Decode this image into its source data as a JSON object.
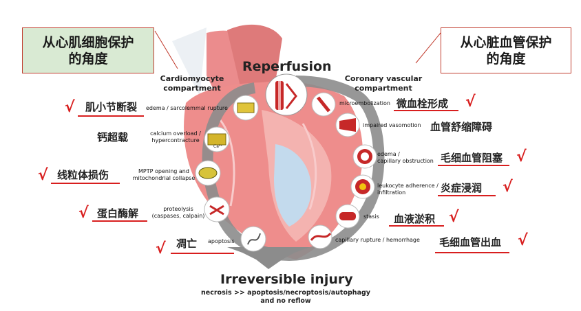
{
  "boxes": {
    "left": {
      "line1": "从心肌细胞保护",
      "line2": "的角度"
    },
    "right": {
      "line1": "从心脏血管保护",
      "line2": "的角度"
    }
  },
  "titles": {
    "reperfusion": "Reperfusion",
    "cardio_line1": "Cardiomyocyte",
    "cardio_line2": "compartment",
    "vasc_line1": "Coronary vascular",
    "vasc_line2": "compartment",
    "injury": "Irreversible injury",
    "injury_sub1": "necrosis >> apoptosis/necroptosis/autophagy",
    "injury_sub2": "and no reflow"
  },
  "left_items": [
    {
      "mech1": "edema / sarcolemmal rupture",
      "mech2": "",
      "zh": "肌小节断裂",
      "checked": true
    },
    {
      "mech1": "calcium overload /",
      "mech2": "hypercontracture",
      "zh": "钙超载",
      "checked": false
    },
    {
      "mech1": "MPTP opening and",
      "mech2": "mitochondrial collapse",
      "zh": "线粒体损伤",
      "checked": true
    },
    {
      "mech1": "proteolysis",
      "mech2": "(caspases, calpain)",
      "zh": "蛋白酶解",
      "checked": true
    },
    {
      "mech1": "apoptosis",
      "mech2": "",
      "zh": "凋亡",
      "checked": true
    }
  ],
  "right_items": [
    {
      "mech1": "microembolization",
      "mech2": "",
      "zh": "微血栓形成",
      "checked": true
    },
    {
      "mech1": "impaired vasomotion",
      "mech2": "",
      "zh": "血管舒缩障碍",
      "checked": false
    },
    {
      "mech1": "edema /",
      "mech2": "capillary obstruction",
      "zh": "毛细血管阻塞",
      "checked": true
    },
    {
      "mech1": "leukocyte adherence /",
      "mech2": "infiltration",
      "zh": "炎症浸润",
      "checked": true
    },
    {
      "mech1": "stasis",
      "mech2": "",
      "zh": "血液淤积",
      "checked": true
    },
    {
      "mech1": "capillary rupture / hemorrhage",
      "mech2": "",
      "zh": "毛细血管出血",
      "checked": true
    }
  ],
  "calcium_label": "Ca²⁺",
  "check_mark": "√",
  "colors": {
    "accent_red": "#d81e1e",
    "box_green": "#d9ead3",
    "ring_gray": "#8c8c8c",
    "heart_red": "#e35a5a"
  }
}
